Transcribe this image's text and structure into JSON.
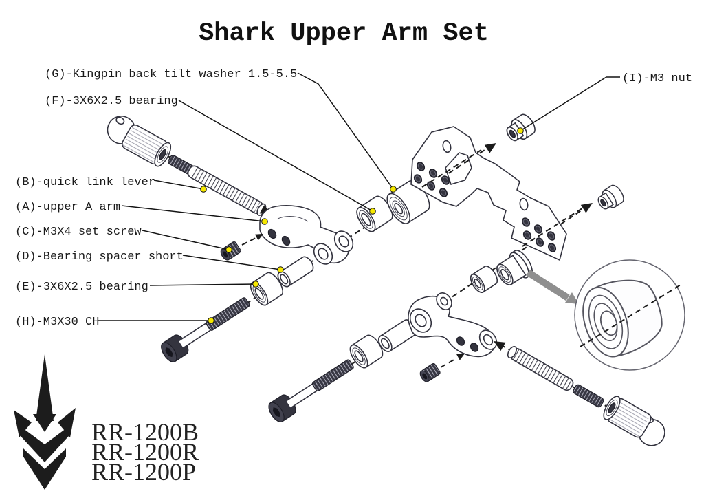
{
  "title": "Shark Upper Arm Set",
  "callouts": {
    "g": "(G)-Kingpin back tilt washer 1.5-5.5",
    "f": "(F)-3X6X2.5 bearing",
    "b": "(B)-quick link lever",
    "a": "(A)-upper A arm",
    "c": "(C)-M3X4 set screw",
    "d": "(D)-Bearing spacer short",
    "e": "(E)-3X6X2.5 bearing",
    "h": "(H)-M3X30 CH",
    "i": "(I)-M3 nut"
  },
  "part_numbers": [
    "RR-1200B",
    "RR-1200R",
    "RR-1200P"
  ],
  "colors": {
    "background": "#ffffff",
    "outline": "#32323e",
    "dark_part": "#34343f",
    "callout_dot": "#f6e800",
    "detail_arrow": "#8f8f8f",
    "logo": "#1c1c1c",
    "text": "#1a1a1a"
  }
}
